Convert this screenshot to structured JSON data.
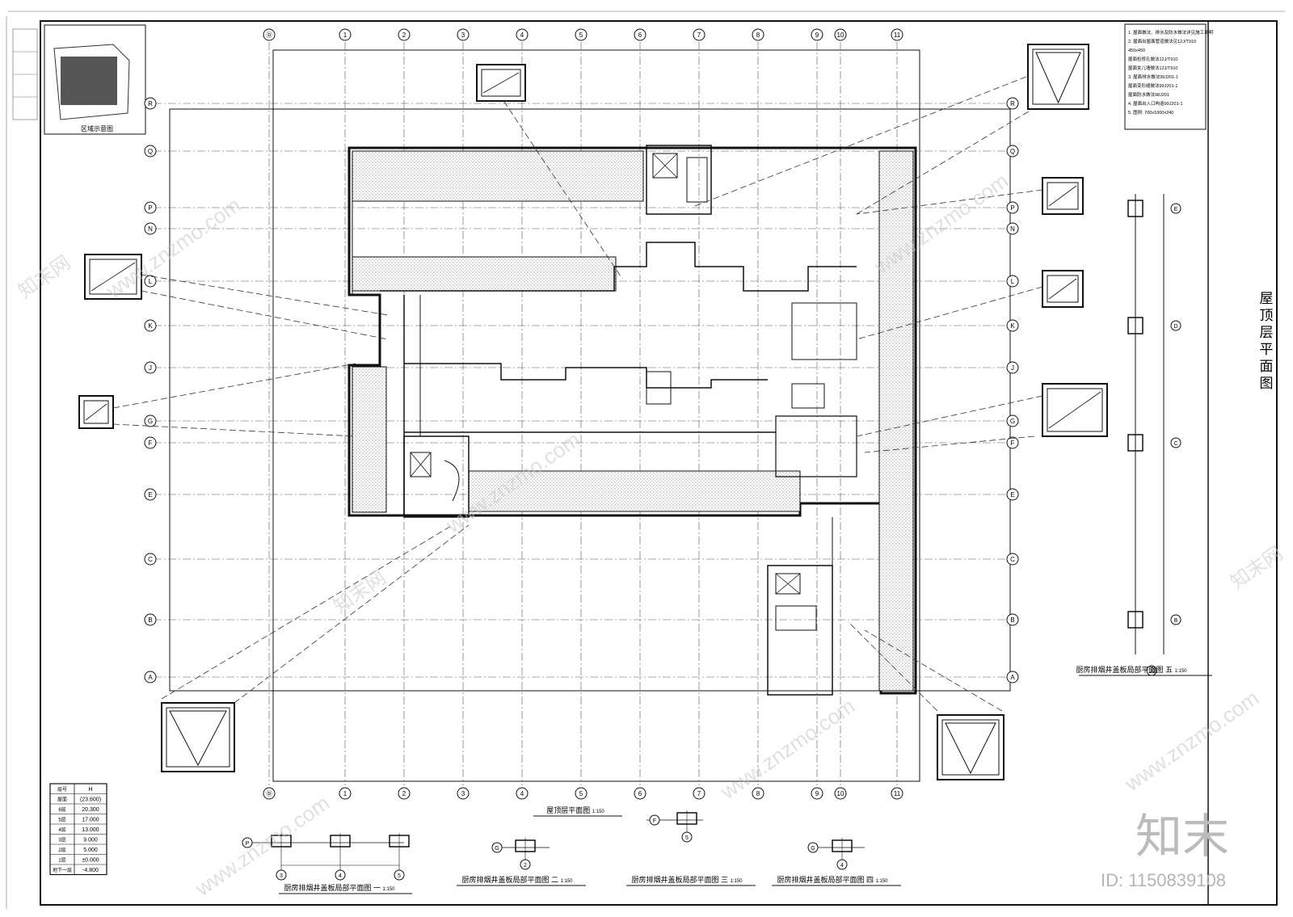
{
  "sheet": {
    "main_title": "屋顶层平面图",
    "area_plan_label": "区域示意图",
    "plan_caption": "屋顶层平面图",
    "plan_scale": "1:150",
    "detail_captions": [
      {
        "text": "厨房排烟井盖板局部平面图 一",
        "scale": "1:150"
      },
      {
        "text": "厨房排烟井盖板局部平面图 二",
        "scale": "1:150"
      },
      {
        "text": "厨房排烟井盖板局部平面图 三",
        "scale": "1:150"
      },
      {
        "text": "厨房排烟井盖板局部平面图 四",
        "scale": "1:150"
      },
      {
        "text": "厨房排烟井盖板局部平面图 五",
        "scale": "1:150"
      }
    ]
  },
  "grid": {
    "columns": [
      "Ⓓ",
      "1",
      "2",
      "3",
      "4",
      "5",
      "6",
      "7",
      "8",
      "9",
      "10",
      "11"
    ],
    "rows": [
      "R",
      "Q",
      "P",
      "N",
      "L",
      "K",
      "J",
      "G",
      "F",
      "E",
      "C",
      "B",
      "A"
    ]
  },
  "right_detail_rows": [
    "E",
    "D",
    "C",
    "B"
  ],
  "right_detail_column": "10",
  "detail_axes": {
    "one": {
      "row": "P",
      "cols": [
        "3",
        "4",
        "5"
      ]
    },
    "two": {
      "row": "G",
      "cols": [
        "2"
      ]
    },
    "three": {
      "row": "F",
      "cols": [
        "5"
      ]
    },
    "four": {
      "row": "G",
      "cols": [
        "4"
      ]
    }
  },
  "elevation_table": {
    "headers": [
      "层号",
      "H"
    ],
    "rows": [
      [
        "屋面",
        "(23.600)"
      ],
      [
        "6层",
        "20.300"
      ],
      [
        "5层",
        "17.000"
      ],
      [
        "4层",
        "13.000"
      ],
      [
        "3层",
        "9.000"
      ],
      [
        "2层",
        "5.000"
      ],
      [
        "1层",
        "±0.000"
      ],
      [
        "地下一层",
        "-4.800"
      ]
    ]
  },
  "notes_box": {
    "lines": [
      "1. 屋面做法、排水及防水做法详见施工说明",
      "2. 屋面出屋面管道做法见12J/T910",
      "   450x450",
      "   屋面检修孔做法12J/T910",
      "   屋面女儿墙做法12J/T910",
      "3. 屋面排水做法99J201-1",
      "   屋面变形缝做法99J201-1",
      "   屋面防水做法98J201",
      "4. 屋面出入口构造99J201-1",
      "5. 图例: 700x1000x240"
    ]
  },
  "watermarks": {
    "brand_logo": "知末",
    "site": "www.znzmo.com",
    "site_cn": "知末网",
    "id_label": "ID: 1150839108"
  },
  "colors": {
    "line": "#111111",
    "hatch": "#8a8a8a",
    "watermark": "#c8c8c8"
  }
}
